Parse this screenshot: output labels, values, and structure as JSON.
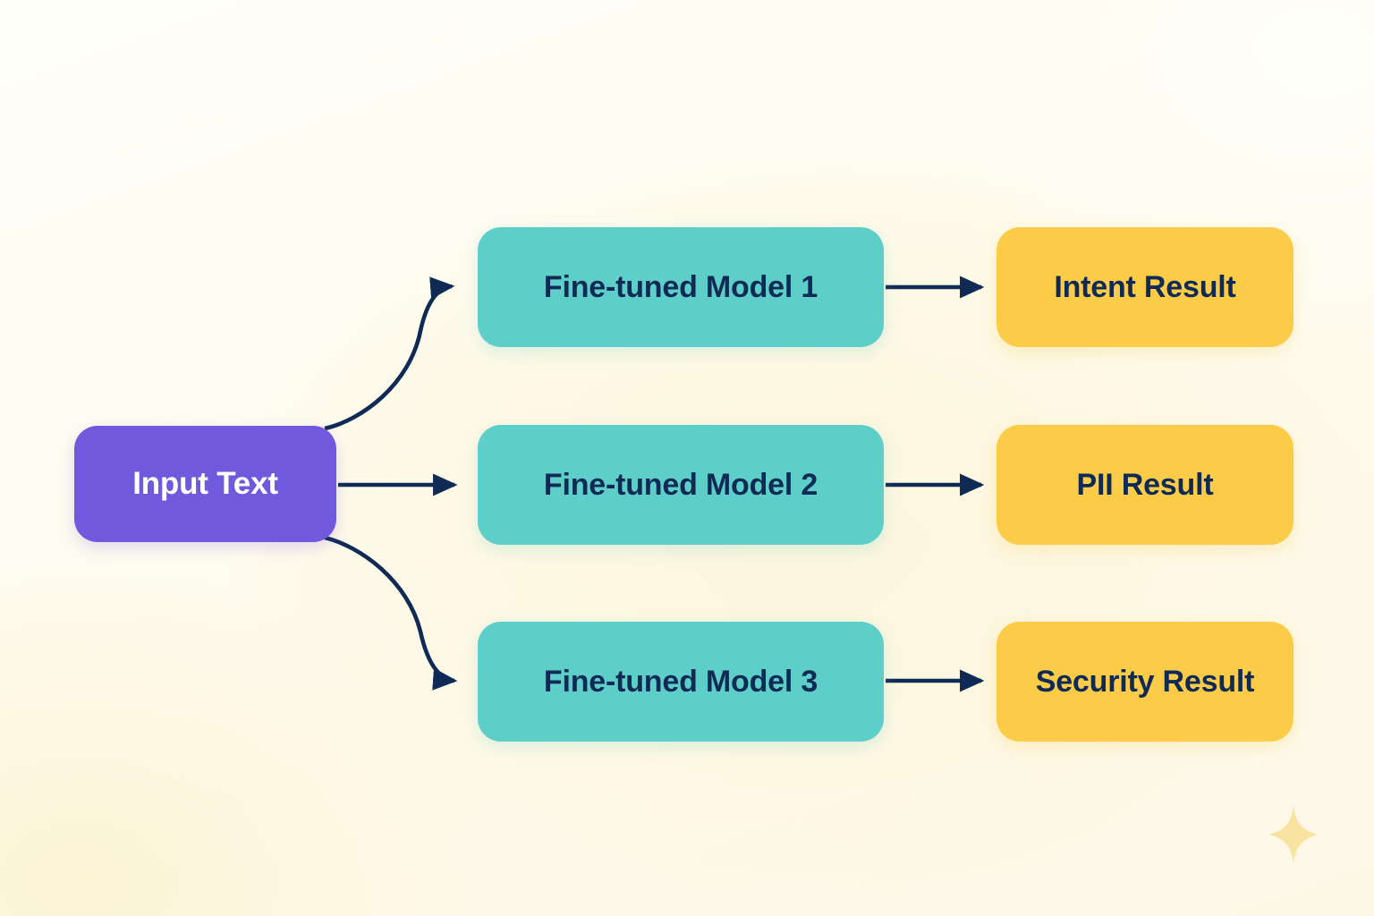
{
  "diagram": {
    "type": "flowchart",
    "title_visible": false,
    "background_color": "#fefcf0",
    "edge_color": "#102a56",
    "input": {
      "label": "Input Text",
      "fill": "#7059dc",
      "text_color": "#ffffff",
      "icon": "none"
    },
    "branches": [
      {
        "model": {
          "label": "Fine-tuned Model 1",
          "fill": "#5ecfc8",
          "text_color": "#102a56"
        },
        "result": {
          "label": "Intent Result",
          "fill": "#fccb48",
          "text_color": "#102a56"
        }
      },
      {
        "model": {
          "label": "Fine-tuned Model 2",
          "fill": "#5ecfc8",
          "text_color": "#102a56"
        },
        "result": {
          "label": "PII Result",
          "fill": "#fccb48",
          "text_color": "#102a56"
        }
      },
      {
        "model": {
          "label": "Fine-tuned Model 3",
          "fill": "#5ecfc8",
          "text_color": "#102a56"
        },
        "result": {
          "label": "Security Result",
          "fill": "#fccb48",
          "text_color": "#102a56"
        }
      }
    ],
    "decoration": {
      "sparkle_icon": "four-point-sparkle",
      "sparkle_color": "#f8e4a0"
    }
  }
}
